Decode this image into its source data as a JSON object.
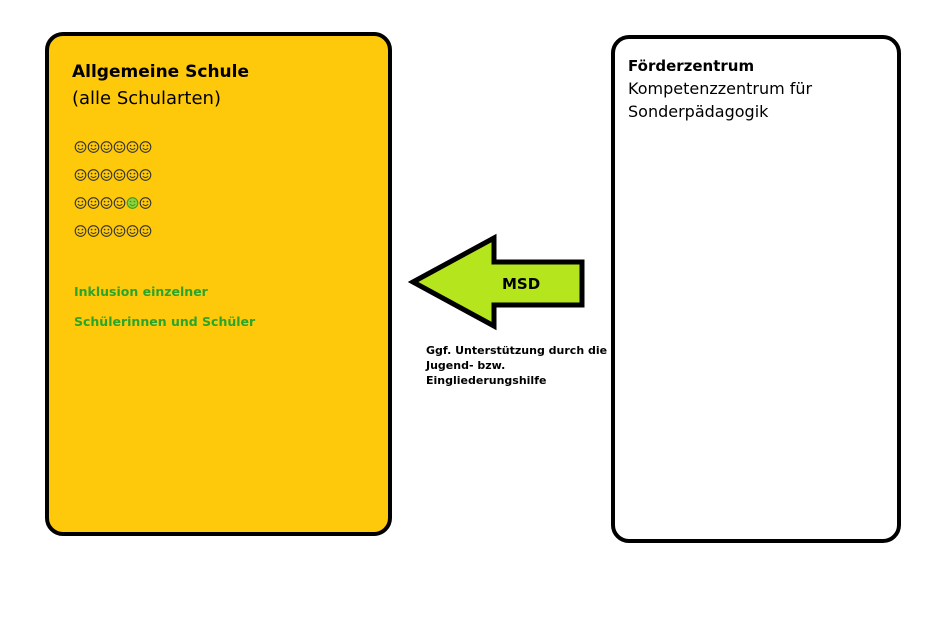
{
  "left_box": {
    "title": "Allgemeine Schule",
    "subtitle": "(alle Schularten)",
    "smiley_rows": [
      [
        "normal",
        "normal",
        "normal",
        "normal",
        "normal",
        "normal"
      ],
      [
        "normal",
        "normal",
        "normal",
        "normal",
        "normal",
        "normal"
      ],
      [
        "normal",
        "normal",
        "normal",
        "normal",
        "highlight",
        "normal"
      ],
      [
        "normal",
        "normal",
        "normal",
        "normal",
        "normal",
        "normal"
      ]
    ],
    "inclusion_line1": "Inklusion einzelner",
    "inclusion_line2": "Schülerinnen und Schüler"
  },
  "right_box": {
    "title": "Förderzentrum",
    "line1": "Kompetenzzentrum für",
    "line2": "Sonderpädagogik"
  },
  "arrow": {
    "label": "MSD",
    "direction": "left"
  },
  "note": {
    "line1": "Ggf. Unterstützung durch die",
    "line2": "Jugend- bzw.",
    "line3": "Eingliederungshilfe"
  },
  "colors": {
    "school": "#fec90b",
    "arrow": "#b5e61d",
    "smiley": "#fec90b",
    "highlight": "#8fd13a",
    "inclusion_text": "#2aa52a"
  }
}
